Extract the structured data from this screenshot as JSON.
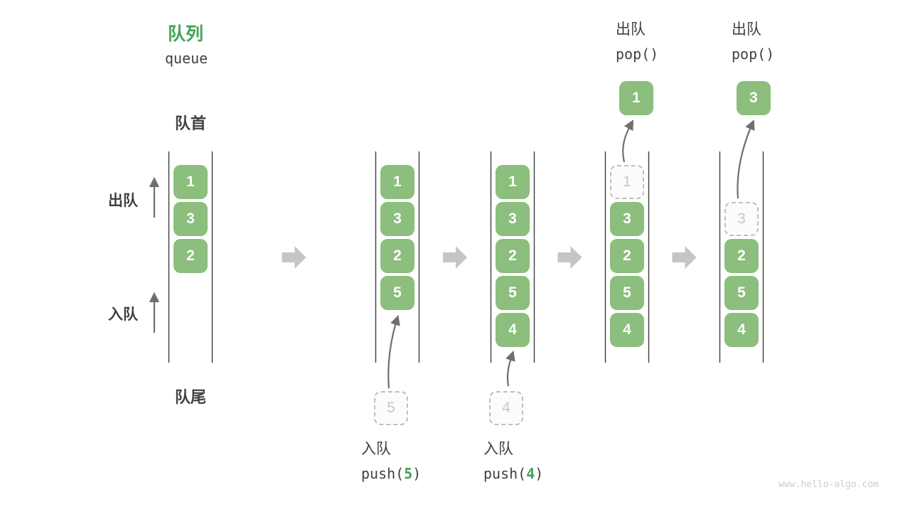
{
  "title": {
    "zh": "队列",
    "en": "queue"
  },
  "labels": {
    "front": "队首",
    "rear": "队尾",
    "dequeue": "出队",
    "enqueue": "入队"
  },
  "watermark": "www.hello-algo.com",
  "colors": {
    "box_green": "#8CBE7D",
    "title_green": "#3FA355",
    "code_green": "#3FA355",
    "dark_text": "#3E4245",
    "line_dark": "#3C3C3C",
    "thin_arrow": "#6F6F6F",
    "block_arrow": "#C5C5C5",
    "ghost_border": "#BFBFBF",
    "ghost_text": "#C8C8C8",
    "ghost_bg": "#FCFCFC",
    "watermark_gray": "#CDCDCD"
  },
  "states": [
    {
      "name": "initial",
      "cells": [
        {
          "row": 1,
          "value": "1"
        },
        {
          "row": 2,
          "value": "3"
        },
        {
          "row": 3,
          "value": "2"
        }
      ]
    },
    {
      "name": "push-5",
      "cells": [
        {
          "row": 1,
          "value": "1"
        },
        {
          "row": 2,
          "value": "3"
        },
        {
          "row": 3,
          "value": "2"
        },
        {
          "row": 4,
          "value": "5"
        }
      ],
      "pending": "5",
      "op": {
        "title": "入队",
        "code_open": "push(",
        "code_arg": "5",
        "code_close": ")"
      }
    },
    {
      "name": "push-4",
      "cells": [
        {
          "row": 1,
          "value": "1"
        },
        {
          "row": 2,
          "value": "3"
        },
        {
          "row": 3,
          "value": "2"
        },
        {
          "row": 4,
          "value": "5"
        },
        {
          "row": 5,
          "value": "4"
        }
      ],
      "pending": "4",
      "op": {
        "title": "入队",
        "code_open": "push(",
        "code_arg": "4",
        "code_close": ")"
      }
    },
    {
      "name": "pop-1",
      "cells": [
        {
          "row": 1,
          "value": "1",
          "ghost": true
        },
        {
          "row": 2,
          "value": "3"
        },
        {
          "row": 3,
          "value": "2"
        },
        {
          "row": 4,
          "value": "5"
        },
        {
          "row": 5,
          "value": "4"
        }
      ],
      "popped": "1",
      "op": {
        "title": "出队",
        "code_open": "pop(",
        "code_arg": "",
        "code_close": ")"
      }
    },
    {
      "name": "pop-3",
      "cells": [
        {
          "row": 2,
          "value": "3",
          "ghost": true
        },
        {
          "row": 3,
          "value": "2"
        },
        {
          "row": 4,
          "value": "5"
        },
        {
          "row": 5,
          "value": "4"
        }
      ],
      "popped": "3",
      "op": {
        "title": "出队",
        "code_open": "pop(",
        "code_arg": "",
        "code_close": ")"
      }
    }
  ]
}
